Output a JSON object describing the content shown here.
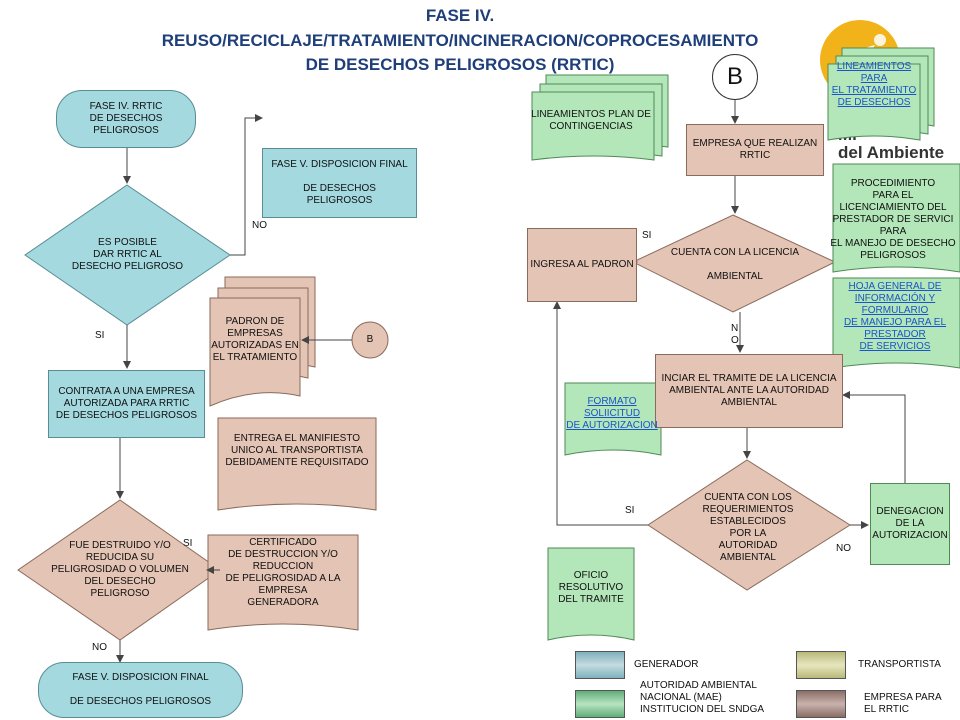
{
  "header": {
    "line1": "FASE IV.",
    "line2": "REUSO/RECICLAJE/TRATAMIENTO/INCINERACION/COPROCESAMIENTO",
    "line3": "DE DESECHOS PELIGROSOS (RRTIC)"
  },
  "logo": {
    "text": "del Ambiente",
    "prefix": "Mi"
  },
  "left": {
    "start": "FASE IV. RRTIC\nDE DESECHOS PELIGROSOS",
    "fase_v_top": "FASE  V. DISPOSICION FINAL\n\nDE DESECHOS\nPELIGROSOS",
    "decision1": "ES POSIBLE\nDAR RRTIC AL\nDESECHO PELIGROSO",
    "no_label": "NO",
    "si_label": "SI",
    "padron_doc": "PADRON  DE\nEMPRESAS\nAUTORIZADAS EN\nEL TRATAMIENTO",
    "connector_b": "B",
    "contrata": "CONTRATA A UNA EMPRESA\nAUTORIZADA PARA RRTIC\nDE DESECHOS PELIGROSOS",
    "manifiesto": "ENTREGA EL MANIFIESTO\nUNICO AL TRANSPORTISTA\nDEBIDAMENTE REQUISITADO",
    "decision2": "FUE DESTRUIDO Y/O\nREDUCIDA SU\nPELIGROSIDAD O VOLUMEN\nDEL DESECHO\nPELIGROSO",
    "si_label2": "SI",
    "certificado": "CERTIFICADO\nDE DESTRUCCION Y/O\nREDUCCION\nDE PELIGROSIDAD A LA\nEMPRESA\nGENERADORA",
    "no_label2": "NO",
    "fase_v_bottom": "FASE V. DISPOSICION FINAL\n\nDE DESECHOS PELIGROSOS"
  },
  "right": {
    "connector_b": "B",
    "lineamientos_plan": "LINEAMIENTOS PLAN DE\nCONTINGENCIAS",
    "lineamientos_trat": "LINEAMIENTOS PARA\nEL TRATAMIENTO\nDE DESECHOS",
    "empresa": "EMPRESA QUE REALIZAN\nRRTIC",
    "procedimiento": "PROCEDIMIENTO\nPARA EL\nLICENCIAMIENTO DEL\nPRESTADOR DE SERVICI\nPARA\nEL MANEJO DE DESECHO\nPELIGROSOS",
    "ingresa": "INGRESA AL PADRON",
    "decision_licencia": "CUENTA   CON LA LICENCIA\n\nAMBIENTAL",
    "si_label": "SI",
    "no_label": "N\nO",
    "hoja": "HOJA GENERAL DE\nINFORMACIÓN Y\nFORMULARIO\nDE MANEJO PARA EL\nPRESTADOR\nDE SERVICIOS",
    "iniciar": "INCIAR EL TRAMITE DE LA LICENCIA\nAMBIENTAL ANTE LA AUTORIDAD\nAMBIENTAL",
    "formato": "FORMATO\nSOLIICITUD\nDE AUTORIZACION",
    "decision_req": "CUENTA CON LOS\nREQUERIMIENTOS\nESTABLECIDOS\nPOR  LA\nAUTORIDAD\nAMBIENTAL",
    "si_label2": "SI",
    "no_label2": "NO",
    "denegacion": "DENEGACION\nDE LA\nAUTORIZACION",
    "oficio": "OFICIO\nRESOLUTIVO\nDEL TRAMITE"
  },
  "legend": {
    "generador": "GENERADOR",
    "transportista": "TRANSPORTISTA",
    "autoridad": "AUTORIDAD AMBIENTAL\nNACIONAL (MAE)\nINSTITUCION DEL SNDGA",
    "empresa": "EMPRESA PARA\nEL RRTIC",
    "colors": {
      "generador": "#a6c4cc",
      "transportista": "#d6d6a0",
      "autoridad": "#8fd0a0",
      "empresa": "#a98f86"
    }
  },
  "colors": {
    "teal": "#a3d9df",
    "pink": "#e4c4b4",
    "green": "#b3e6b8",
    "title": "#1f3f7a",
    "link": "#1a55c8"
  }
}
